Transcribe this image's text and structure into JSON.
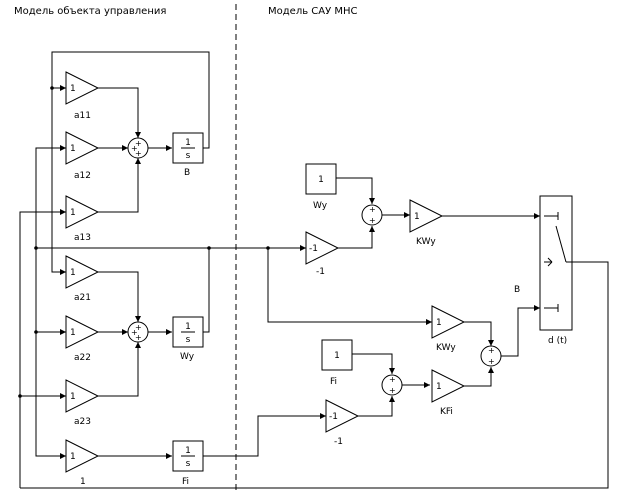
{
  "headers": {
    "left": "Модель объекта управления",
    "right": "Модель САУ МНС"
  },
  "gains": {
    "a11": {
      "value": "1",
      "label": "a11"
    },
    "a12": {
      "value": "1",
      "label": "a12"
    },
    "a13": {
      "value": "1",
      "label": "a13"
    },
    "a21": {
      "value": "1",
      "label": "a21"
    },
    "a22": {
      "value": "1",
      "label": "a22"
    },
    "a23": {
      "value": "1",
      "label": "a23"
    },
    "g1": {
      "value": "1",
      "label": "1"
    },
    "neg1_top": {
      "value": "-1",
      "label": "-1"
    },
    "neg1_bottom": {
      "value": "-1",
      "label": "-1"
    },
    "kwy1": {
      "value": "1",
      "label": "KWy"
    },
    "kwy2": {
      "value": "1",
      "label": "KWy"
    },
    "kfi": {
      "value": "1",
      "label": "KFi"
    }
  },
  "integrators": {
    "b": {
      "num": "1",
      "den": "s",
      "label": "B"
    },
    "wy": {
      "num": "1",
      "den": "s",
      "label": "Wy"
    },
    "fi": {
      "num": "1",
      "den": "s",
      "label": "Fi"
    }
  },
  "constants": {
    "wy": {
      "value": "1",
      "label": "Wy"
    },
    "fi": {
      "value": "1",
      "label": "Fi"
    }
  },
  "switch": {
    "label": "d (t)",
    "side_label": "B"
  }
}
